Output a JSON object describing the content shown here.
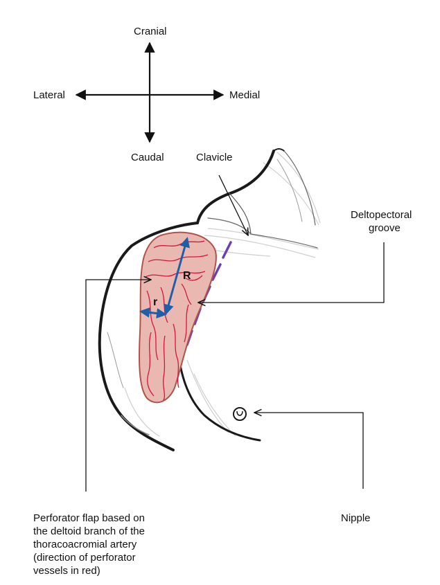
{
  "orientation": {
    "cranial": "Cranial",
    "caudal": "Caudal",
    "lateral": "Lateral",
    "medial": "Medial"
  },
  "labels": {
    "clavicle": "Clavicle",
    "deltopectoral_line1": "Deltopectoral",
    "deltopectoral_line2": "groove",
    "nipple": "Nipple",
    "flap_caption_lines": [
      "Perforator flap based on",
      "the deltoid branch of the",
      "thoracoacromial artery",
      "(direction of perforator",
      "vessels in red)"
    ],
    "radius_large": "R",
    "radius_small": "r"
  },
  "colors": {
    "outline": "#1a1a1a",
    "flap_fill": "#e9b9b1",
    "flap_edge": "#b0524a",
    "vessel": "#d4143a",
    "radius_arrow": "#1f5fa8",
    "groove": "#6a3fb5",
    "shading": "#c9c9c9"
  }
}
